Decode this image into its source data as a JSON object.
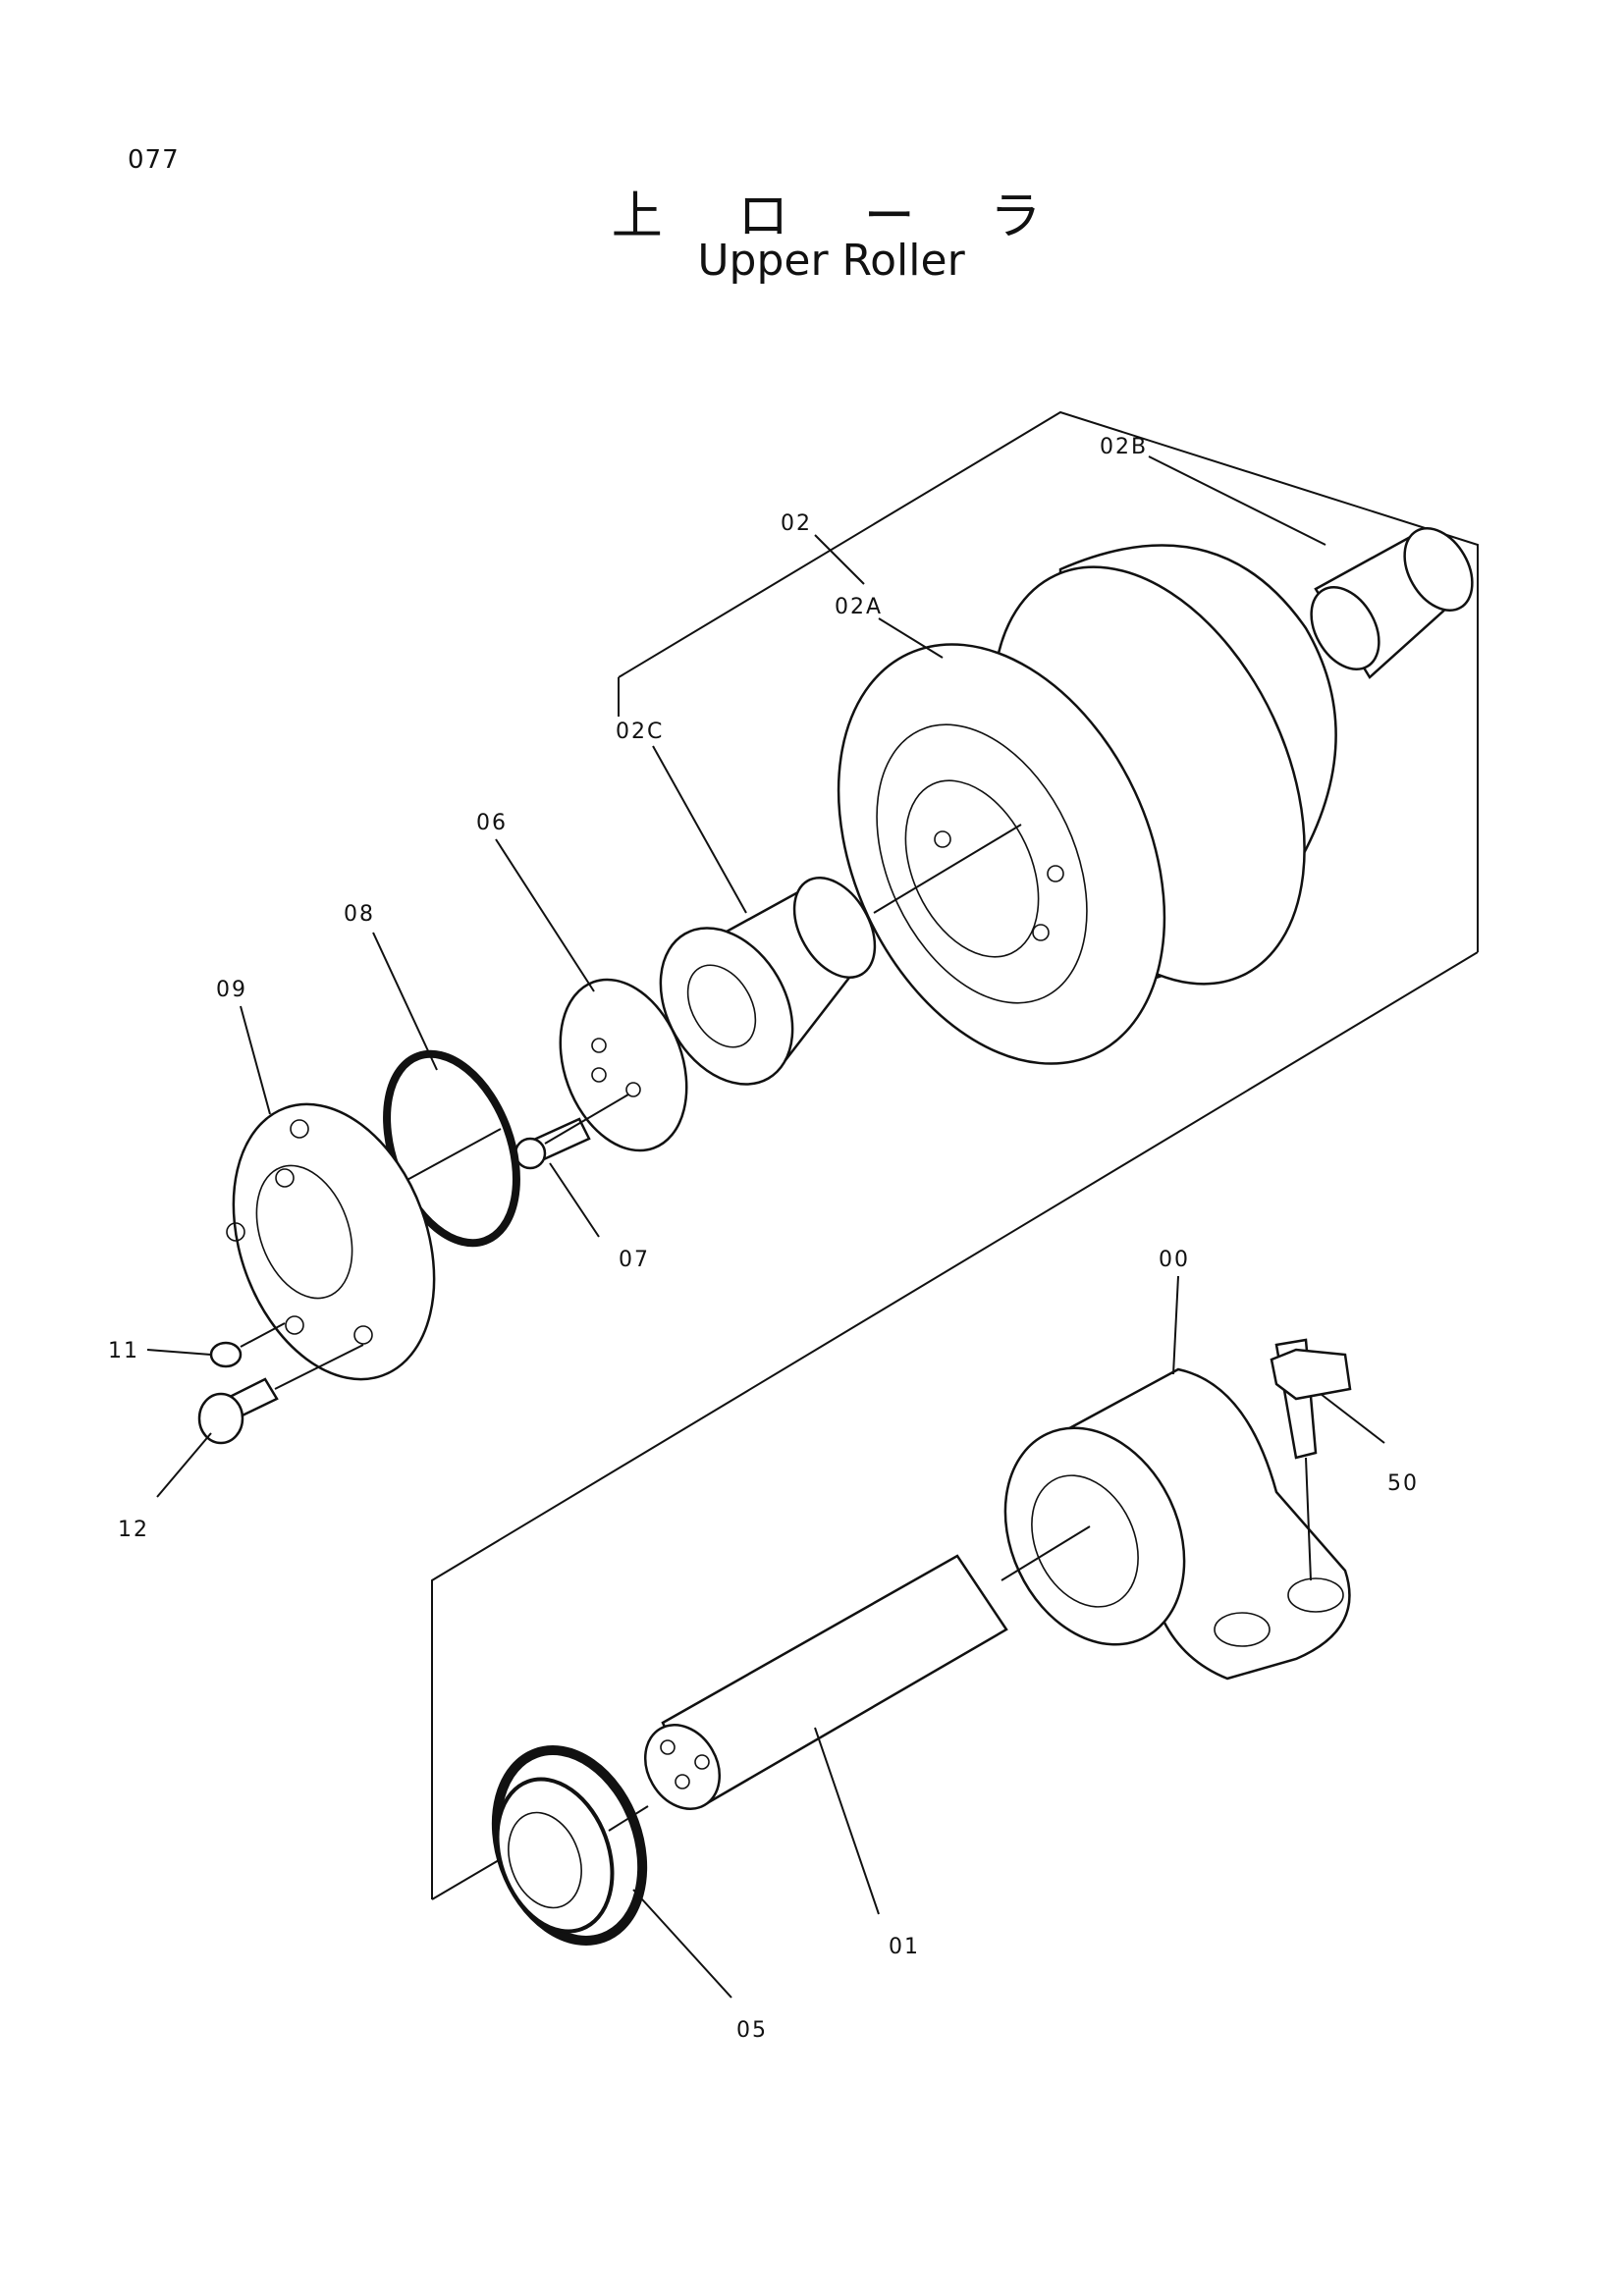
{
  "page_number": "077",
  "title_jp": "上 ロ ー ラ",
  "title_en": "Upper Roller",
  "callouts": {
    "c02B": "02B",
    "c02": "02",
    "c02A": "02A",
    "c02C": "02C",
    "c06": "06",
    "c08": "08",
    "c09": "09",
    "c07": "07",
    "c11": "11",
    "c12": "12",
    "c00": "00",
    "c50": "50",
    "c01": "01",
    "c05": "05"
  }
}
